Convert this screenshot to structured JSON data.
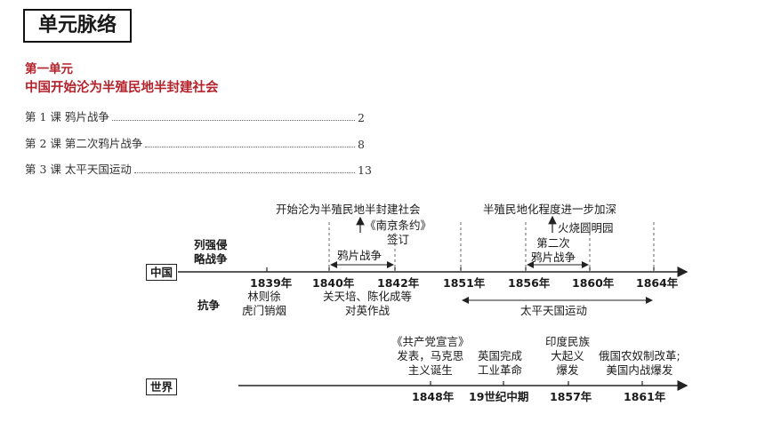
{
  "header": {
    "title": "单元脉络"
  },
  "unit": {
    "label": "第一单元",
    "title": "中国开始沦为半殖民地半封建社会"
  },
  "toc": [
    {
      "lesson": "第 1 课  鸦片战争",
      "page": "2"
    },
    {
      "lesson": "第 2 课  第二次鸦片战争",
      "page": "8"
    },
    {
      "lesson": "第 3 课  太平天国运动",
      "page": "13"
    }
  ],
  "timeline": {
    "china_label": "中国",
    "world_label": "世界",
    "aggression_label": "列强侵\n略战争",
    "resistance_label": "抗争",
    "top_note_1": "开始沦为半殖民地半封建社会",
    "top_note_2": "半殖民地化程度进一步加深",
    "nanjing_treaty": "《南京条约》\n签订",
    "burn_palace": "火烧圆明园",
    "opium_war": "鸦片战争",
    "second_opium_war": "第二次\n鸦片战争",
    "china_years": [
      "1839年",
      "1840年",
      "1842年",
      "1851年",
      "1856年",
      "1860年",
      "1864年"
    ],
    "lin_zexu": "林则徐\n虎门销烟",
    "guan_chen": "关天培、陈化成等\n对英作战",
    "taiping": "太平天国运动",
    "world_events": {
      "manifesto": "《共产党宣言》\n发表，马克思\n主义诞生",
      "industrial": "英国完成\n工业革命",
      "india": "印度民族\n大起义\n爆发",
      "russia_us": "俄国农奴制改革;\n美国内战爆发"
    },
    "world_years": [
      "1848年",
      "19世纪中期",
      "1857年",
      "1861年"
    ]
  }
}
